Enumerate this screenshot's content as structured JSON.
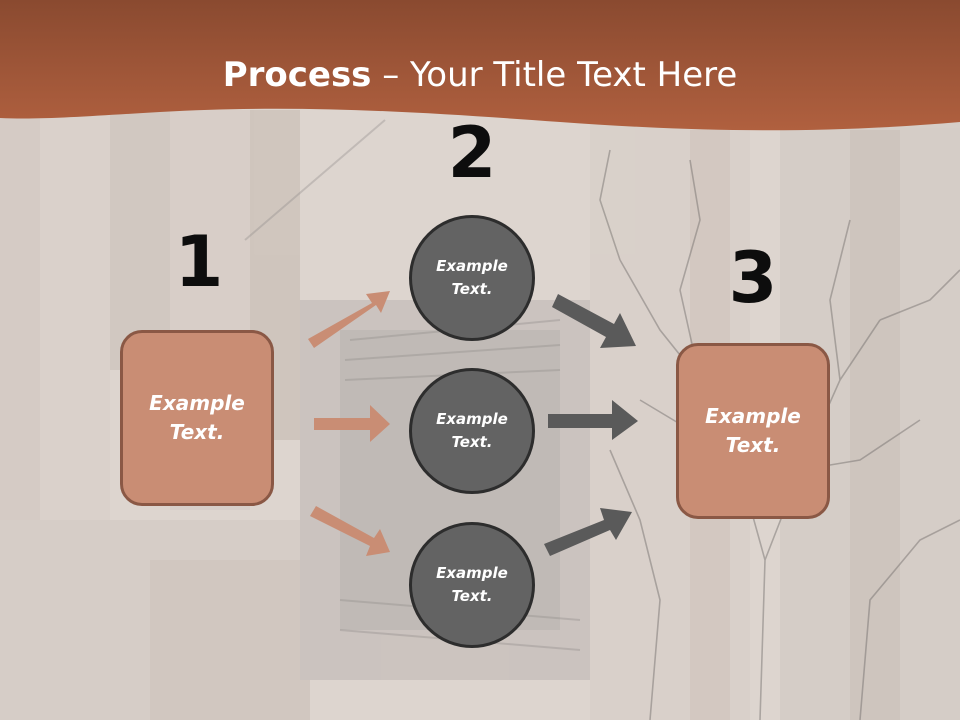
{
  "slide": {
    "title_bold": "Process",
    "title_rest": " – Your Title Text Here"
  },
  "steps": {
    "n1": "1",
    "n2": "2",
    "n3": "3"
  },
  "left_box": {
    "text": "Example\nText."
  },
  "right_box": {
    "text": "Example\nText."
  },
  "circles": [
    {
      "text": "Example\nText."
    },
    {
      "text": "Example\nText."
    },
    {
      "text": "Example\nText."
    }
  ],
  "colors": {
    "header": "#a8593a",
    "box_fill": "#c98d74",
    "circle_fill": "#636363",
    "arrow_left": "#c98d74",
    "arrow_right": "#5a5a5a"
  }
}
